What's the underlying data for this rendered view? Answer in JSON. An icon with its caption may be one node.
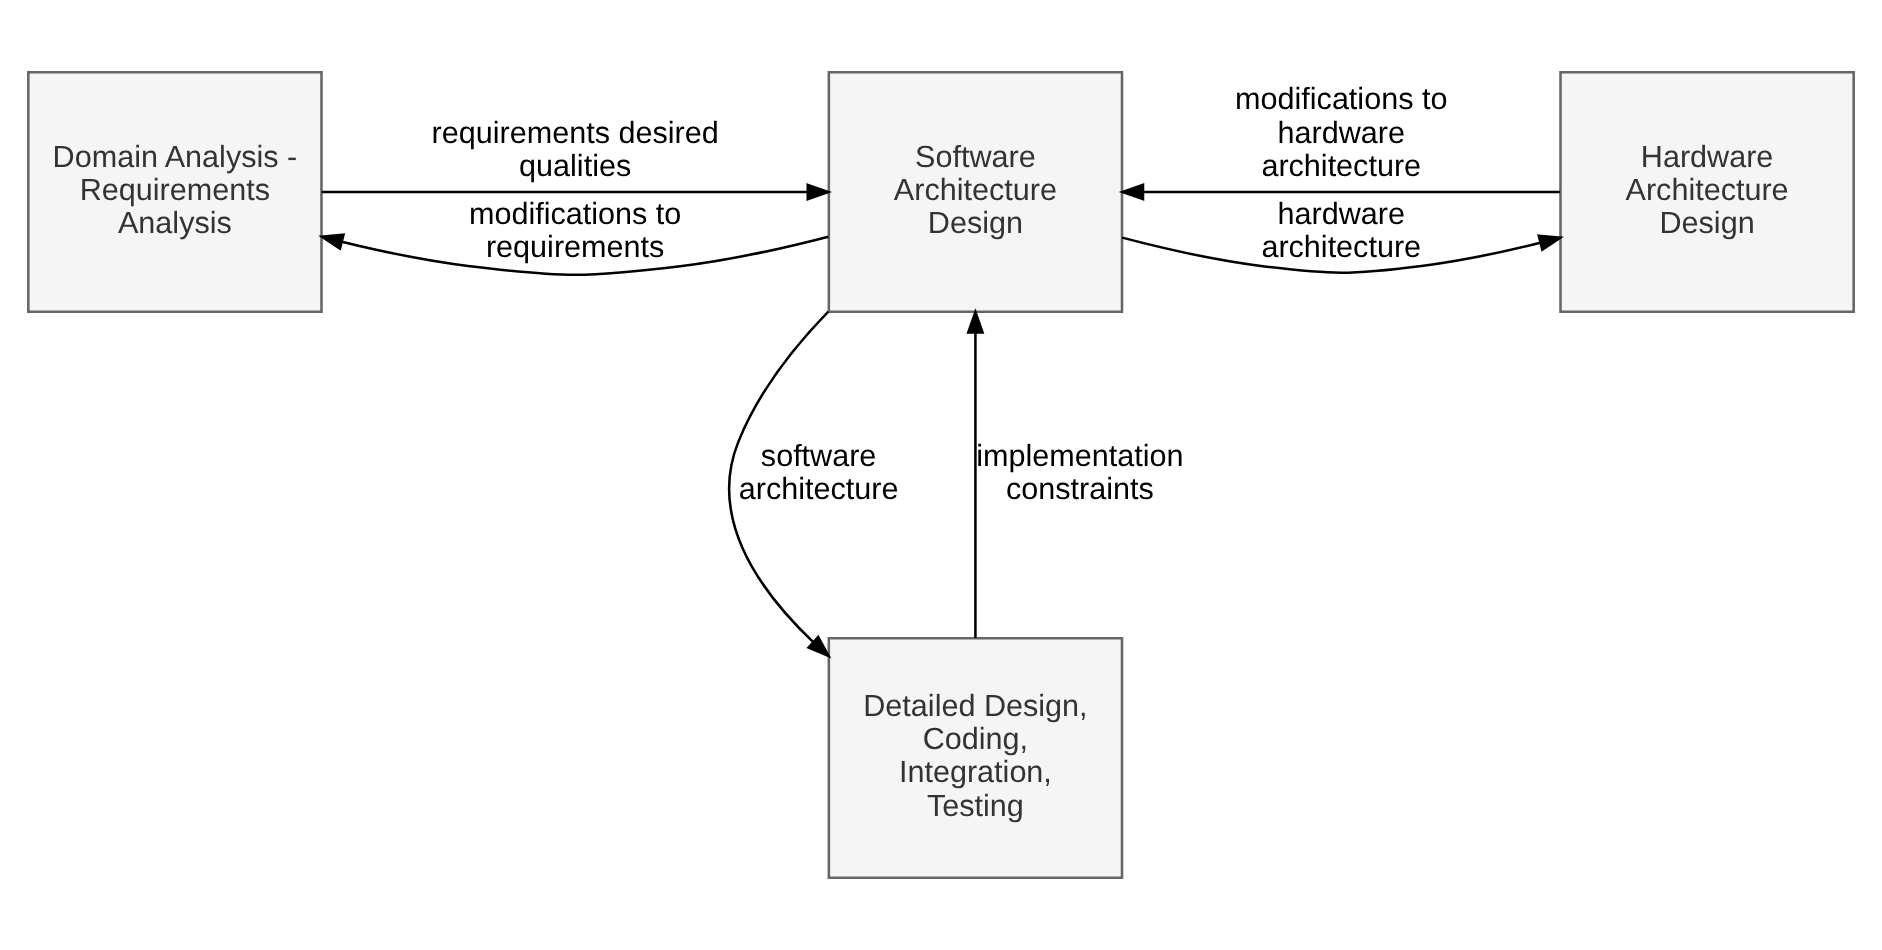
{
  "diagram": {
    "nodes": [
      {
        "text": [
          "Domain Analysis - Requirements Analysis"
        ]
      },
      {
        "text": [
          "Software Architecture Design"
        ]
      },
      {
        "text": [
          "Hardware Architecture Design"
        ]
      },
      {
        "text": [
          "Detailed Design, Coding, Integration, Testing"
        ]
      }
    ],
    "edges": [
      {
        "from": 0,
        "to": 1,
        "arrow": "to",
        "label": "requirements desired qualities"
      },
      {
        "from": 1,
        "to": 0,
        "arrow": "to",
        "label": "modifications to requirements"
      },
      {
        "from": 1,
        "to": 2,
        "arrow": "to",
        "label": "hardware architecture"
      },
      {
        "from": 2,
        "to": 1,
        "arrow": "to",
        "label": "modifications to hardware architecture"
      },
      {
        "from": 1,
        "to": 3,
        "arrow": "to",
        "label": "software architecture"
      },
      {
        "from": 3,
        "to": 1,
        "arrow": "to",
        "label": "implementation constraints"
      }
    ]
  }
}
